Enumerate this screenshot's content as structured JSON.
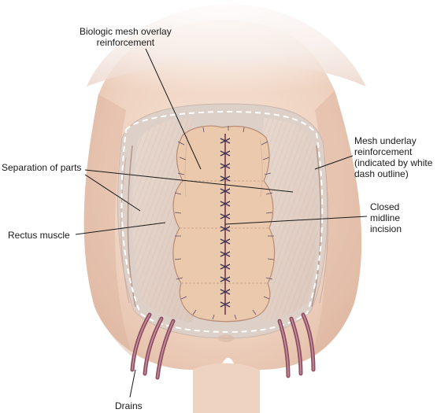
{
  "labels": {
    "biologic_mesh": [
      "Biologic mesh overlay",
      "reinforcement"
    ],
    "mesh_underlay": [
      "Mesh underlay",
      "reinforcement",
      "(indicated by white",
      "dash outline)"
    ],
    "separation": "Separation of parts",
    "closed_midline": [
      "Closed",
      "midline",
      "incision"
    ],
    "rectus": "Rectus muscle",
    "drains": "Drains"
  }
}
